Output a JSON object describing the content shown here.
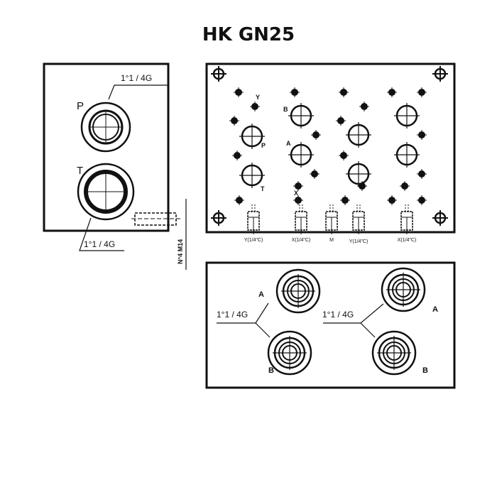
{
  "title": "HK GN25",
  "side_view": {
    "port_p": "P",
    "port_t": "T",
    "thread_p": "1°1 / 4G",
    "thread_t": "1°1 / 4G",
    "bolt_spec": "N°4  M14"
  },
  "top_view": {
    "labels": {
      "y": "Y",
      "p": "P",
      "t": "T",
      "b": "B",
      "a": "A",
      "x": "X"
    },
    "bottom_ports": [
      "Y(1/4\"C)",
      "X(1/4\"C)",
      "M",
      "Y(1/4\"C)",
      "X(1/4\"C)"
    ]
  },
  "bottom_view": {
    "a_left": "A",
    "a_right": "A",
    "b_left": "B",
    "b_right": "B",
    "thread_left": "1°1 / 4G",
    "thread_right": "1°1 / 4G"
  }
}
